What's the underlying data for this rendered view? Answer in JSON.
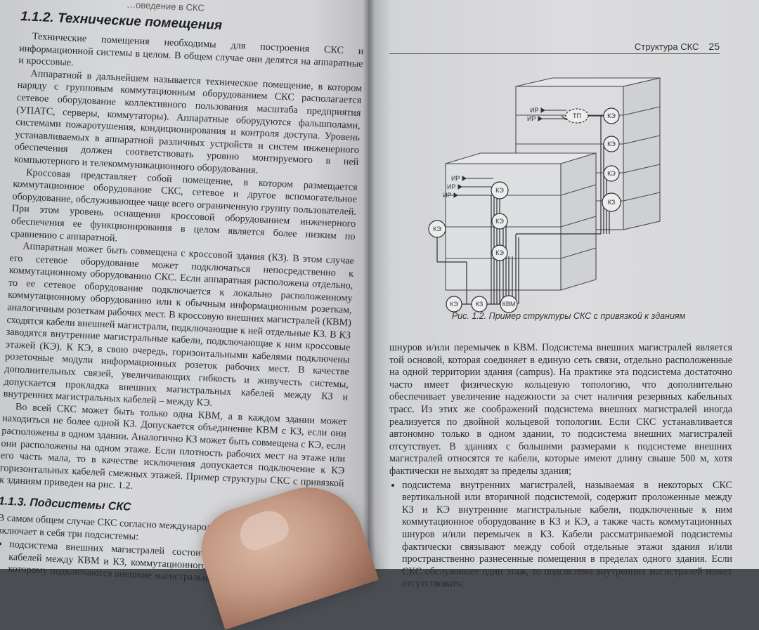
{
  "left_page": {
    "running_header": "…оведение в СКС",
    "section_heading": "1.1.2. Технические помещения",
    "paragraphs": [
      "Технические помещения необходимы для построения СКС и информационной системы в целом. В общем случае они делятся на аппаратные и кроссовые.",
      "Аппаратной в дальнейшем называется техническое помещение, в котором наряду с групповым коммутационным оборудованием СКС располагается сетевое оборудование коллективного пользования масштаба предприятия (УПАТС, серверы, коммутаторы). Аппаратные оборудуются фальшполами, системами пожаротушения, кондиционирования и контроля доступа. Уровень устанавливаемых в аппаратной различных устройств и систем инженерного обеспечения должен соответствовать уровню монтируемого в ней компьютерного и телекоммуникационного оборудования.",
      "Кроссовая представляет собой помещение, в котором размещается коммутационное оборудование СКС, сетевое и другое вспомогательное оборудование, обслуживающее чаще всего ограниченную группу пользователей. При этом уровень оснащения кроссовой оборудованием инженерного обеспечения ее функционирования в целом является более низким по сравнению с аппаратной.",
      "Аппаратная может быть совмещена с кроссовой здания (КЗ). В этом случае его сетевое оборудование может подключаться непосредственно к коммутационному оборудованию СКС. Если аппаратная расположена отдельно, то ее сетевое оборудование подключается к локально расположенному коммутационному оборудованию или к обычным информационным розеткам, аналогичным розеткам рабочих мест. В кроссовую внешних магистралей (КВМ) сходятся кабели внешней магистрали, подключающие к ней отдельные КЗ. В КЗ заводятся внутренние магистральные кабели, подключающие к ним кроссовые этажей (КЭ). К КЭ, в свою очередь, горизонтальными кабелями подключены розеточные модули информационных розеток рабочих мест. В качестве дополнительных связей, увеличивающих гибкость и живучесть системы, допускается прокладка внешних магистральных кабелей между КЗ и внутренних магистральных кабелей – между КЭ.",
      "Во всей СКС может быть только одна КВМ, а в каждом здании может находиться не более одной КЗ. Допускается объединение КВМ с КЗ, если они расположены в одном здании. Аналогично КЗ может быть совмещена с КЭ, если они расположены на одном этаже. Если плотность рабочих мест на этаже или его часть мала, то в качестве исключения допускается подключение к КЭ горизонтальных кабелей смежных этажей. Пример структуры СКС с привязкой к зданиям приведен на рис. 1.2."
    ],
    "subsection_heading": "1.1.3. Подсистемы СКС",
    "subsection_intro": "В самом общем случае СКС согласно международному стандарту ISO/IEC 11801 включает в себя три подсистемы:",
    "bullet_1": "подсистема внешних магистралей состоит из внешних магистральных кабелей между КВМ и КЗ, коммутационного оборудования в КВМ и КЗ, к которому подключаются внешние магистральные кабели, и коммутационных"
  },
  "right_page": {
    "running_header": "Структура СКС",
    "page_number": "25",
    "figure": {
      "labels": {
        "ir": "ИР",
        "tp": "ТП",
        "ke": "КЭ",
        "kz": "КЗ",
        "kvm": "КВМ"
      },
      "caption": "Рис. 1.2. Пример структуры СКС с привязкой к зданиям"
    },
    "paragraph_cont": "шнуров и/или перемычек в КВМ. Подсистема внешних магистралей является той основой, которая соединяет в единую сеть связи, отдельно расположенные на одной территории здания (campus). На практике эта подсистема достаточно часто имеет физическую кольцевую топологию, что дополнительно обеспечивает увеличение надежности за счет наличия резервных кабельных трасс. Из этих же соображений подсистема внешних магистралей иногда реализуется по двойной кольцевой топологии. Если СКС устанавливается автономно только в одном здании, то подсистема внешних магистралей отсутствует. В зданиях с большими размерами к подсистеме внешних магистралей относятся те кабели, которые имеют длину свыше 500 м, хотя фактически не выходят за пределы здания;",
    "bullet_2": "подсистема внутренних магистралей, называемая в некоторых СКС вертикальной или вторичной подсистемой, содержит проложенные между КЗ и КЭ внутренние магистральные кабели, подключенные к ним коммутационное оборудование в КЗ и КЭ, а также часть коммутационных шнуров и/или перемычек в КЗ. Кабели рассматриваемой подсистемы фактически связывают между собой отдельные этажи здания и/или пространственно разнесенные помещения в пределах одного здания. Если СКС обслуживает один этаж, то подсистема внутренних магистралей может отсутствовать;"
  }
}
